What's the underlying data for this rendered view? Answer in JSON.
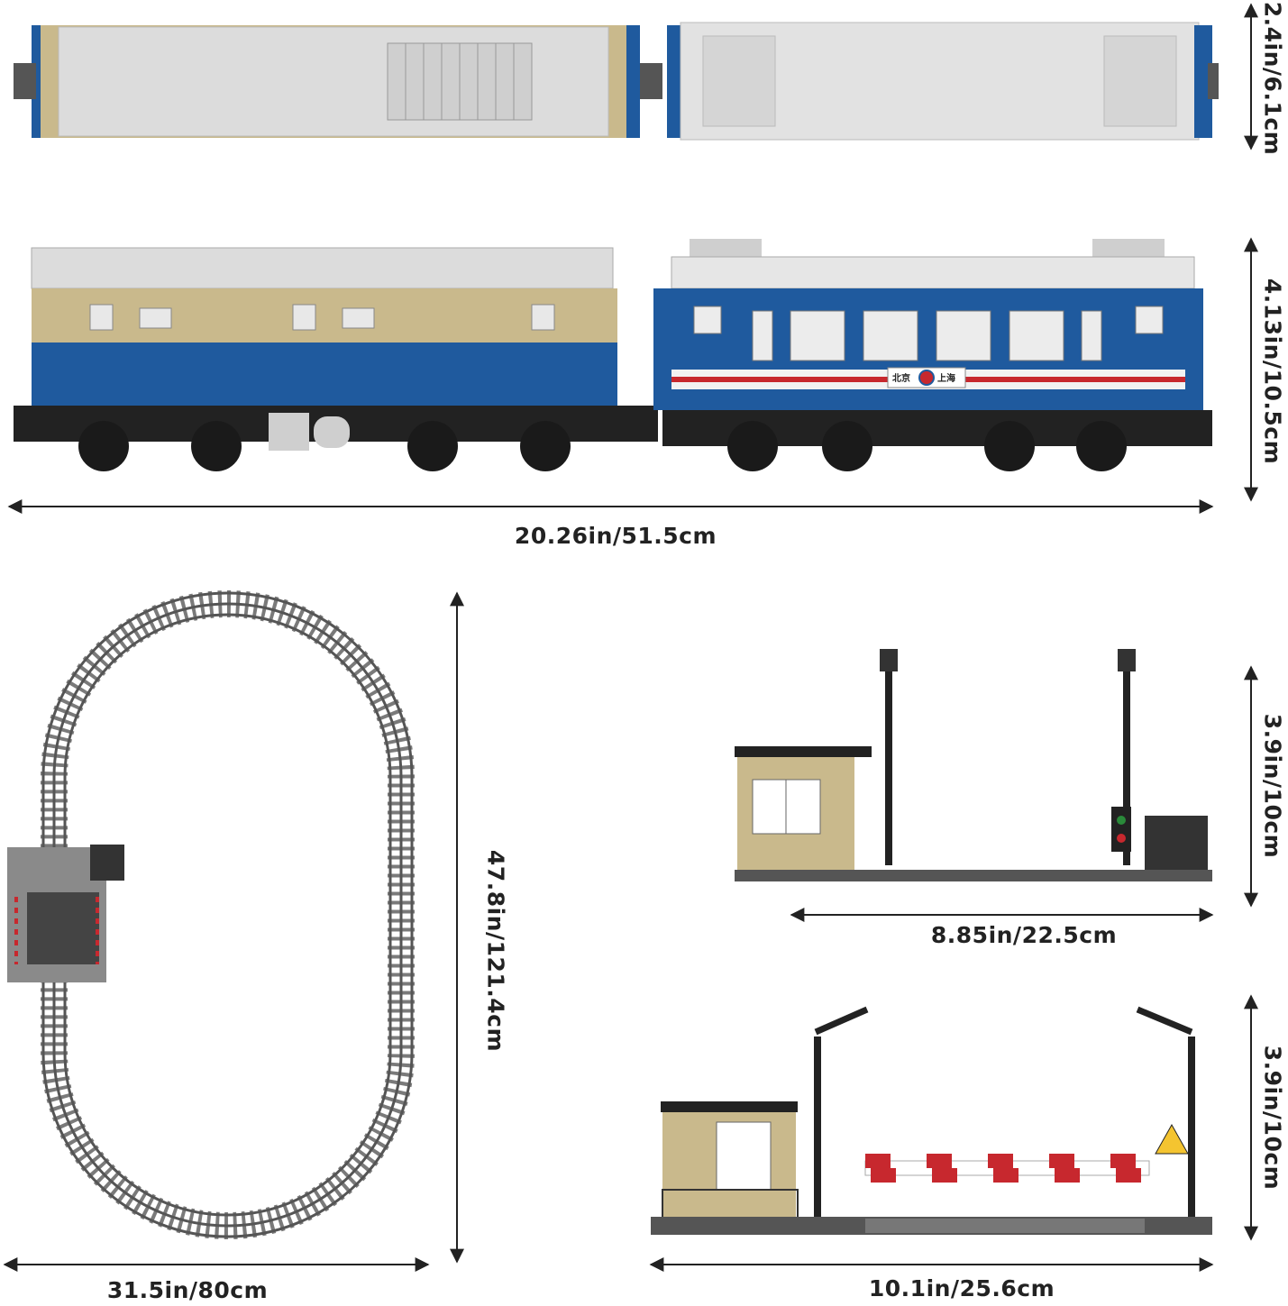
{
  "dimensions": {
    "train_top_width": "2.4in/6.1cm",
    "train_side_height": "4.13in/10.5cm",
    "train_length": "20.26in/51.5cm",
    "track_length": "47.8in/121.4cm",
    "track_width": "31.5in/80cm",
    "station_height": "3.9in/10cm",
    "station_width": "8.85in/22.5cm",
    "crossing_height": "3.9in/10cm",
    "crossing_width": "10.1in/25.6cm"
  },
  "carriage_sign": {
    "left": "北京",
    "right": "上海"
  },
  "colors": {
    "train_blue": "#1f5a9e",
    "train_tan": "#c9b98c",
    "roof_gray": "#dcdcdc",
    "stripe_red": "#c7282e",
    "track_gray": "#707070"
  }
}
